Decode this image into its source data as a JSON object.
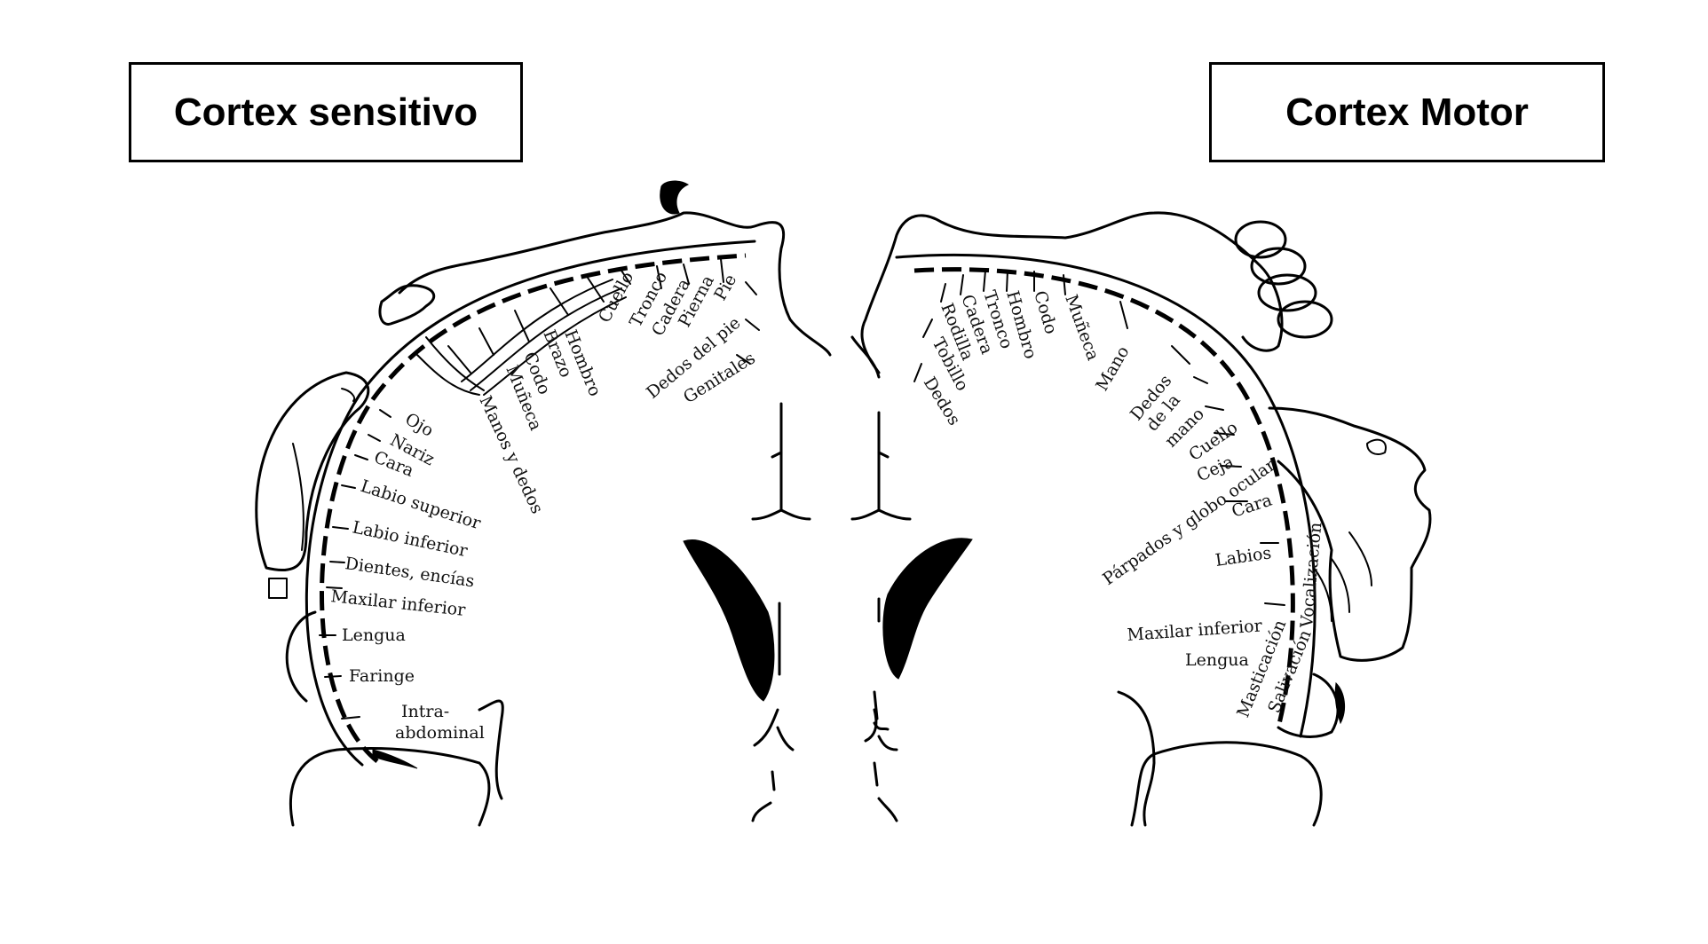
{
  "titles": {
    "sensory": "Cortex sensitivo",
    "motor": "Cortex Motor"
  },
  "sensory_labels": [
    "Ojo",
    "Nariz",
    "Cara",
    "Labio superior",
    "Labio inferior",
    "Dientes, encías",
    "Maxilar inferior",
    "Lengua",
    "Faringe",
    "Intra-",
    "abdominal",
    "Manos y dedos",
    "Muñeca",
    "Codo",
    "Brazo",
    "Hombro",
    "Cuello",
    "Tronco",
    "Cadera",
    "Pierna",
    "Pie",
    "Dedos del pie",
    "Genitales"
  ],
  "motor_labels": [
    "Dedos",
    "Tobillo",
    "Rodilla",
    "Cadera",
    "Tronco",
    "Hombro",
    "Codo",
    "Muñeca",
    "Mano",
    "Dedos",
    "de la",
    "mano",
    "Cuello",
    "Ceja",
    "Párpados y globo ocular",
    "Cara",
    "Labios",
    "Vocalización",
    "Maxilar inferior",
    "Lengua",
    "Masticación",
    "Salivación"
  ]
}
